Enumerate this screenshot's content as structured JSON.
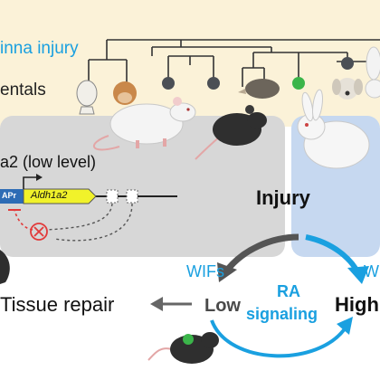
{
  "labels": {
    "pinna_injury": "inna injury",
    "placentals": "entals",
    "aldh_level": "a2 (low level)",
    "injury": "Injury",
    "wifs": "WIFs",
    "w_right": "W",
    "tissue_repair": "Tissue repair",
    "low": "Low",
    "ra": "RA",
    "signaling": "signaling",
    "high": "High",
    "promoter": "APr",
    "gene": "Aldh1a2"
  },
  "tree_tips": [
    "human",
    "monkey",
    "dark-node",
    "dark-node",
    "dark-node",
    "hedgehog",
    "green-node",
    "dog",
    "rabbit-head"
  ],
  "colors": {
    "accent_blue": "#1aa0e0",
    "band_cream": "#fbf2d8",
    "panel_gray": "#d7d7d7",
    "panel_blue": "#c6d8f0",
    "node_gray": "#4b4f55",
    "node_green": "#3bb54a",
    "gene_yellow": "#f1f22a",
    "promoter_blue": "#2d6cb5",
    "inhibit_red": "#e23a3a"
  }
}
